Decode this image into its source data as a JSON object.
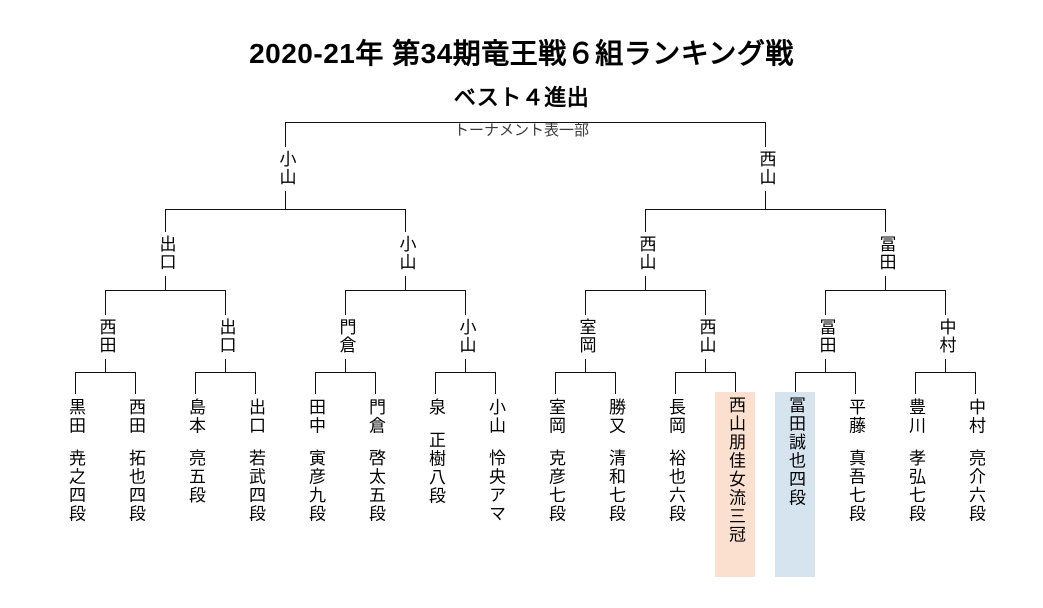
{
  "header": {
    "main_title": "2020-21年  第34期竜王戦６組ランキング戦",
    "sub_title": "ベスト４進出",
    "caption": "トーナメント表一部"
  },
  "colors": {
    "line": "#111111",
    "text": "#000000",
    "caption_text": "#3a3a3a",
    "highlight_peach": "#fbe0d0",
    "highlight_blue": "#d6e4f0"
  },
  "bracket": {
    "rounds": [
      {
        "name": "final-four",
        "nodes": [
          {
            "id": "r1-l",
            "label": "小山"
          },
          {
            "id": "r1-r",
            "label": "西山"
          }
        ]
      },
      {
        "name": "quarter-final",
        "nodes": [
          {
            "id": "r2-1",
            "label": "出口"
          },
          {
            "id": "r2-2",
            "label": "小山"
          },
          {
            "id": "r2-3",
            "label": "西山"
          },
          {
            "id": "r2-4",
            "label": "冨田"
          }
        ]
      },
      {
        "name": "round-of-16",
        "nodes": [
          {
            "id": "r3-1",
            "label": "西田"
          },
          {
            "id": "r3-2",
            "label": "出口"
          },
          {
            "id": "r3-3",
            "label": "門倉"
          },
          {
            "id": "r3-4",
            "label": "小山"
          },
          {
            "id": "r3-5",
            "label": "室岡"
          },
          {
            "id": "r3-6",
            "label": "西山"
          },
          {
            "id": "r3-7",
            "label": "冨田"
          },
          {
            "id": "r3-8",
            "label": "中村"
          }
        ]
      }
    ],
    "players": [
      {
        "id": "p1",
        "surname": "黒田",
        "given": "尭之四段",
        "highlight": "none"
      },
      {
        "id": "p2",
        "surname": "西田",
        "given": "拓也四段",
        "highlight": "none"
      },
      {
        "id": "p3",
        "surname": "島本",
        "given": "亮五段",
        "highlight": "none"
      },
      {
        "id": "p4",
        "surname": "出口",
        "given": "若武四段",
        "highlight": "none"
      },
      {
        "id": "p5",
        "surname": "田中",
        "given": "寅彦九段",
        "highlight": "none"
      },
      {
        "id": "p6",
        "surname": "門倉",
        "given": "啓太五段",
        "highlight": "none"
      },
      {
        "id": "p7",
        "surname": "泉",
        "given": "正樹八段",
        "highlight": "none"
      },
      {
        "id": "p8",
        "surname": "小山",
        "given": "怜央アマ",
        "highlight": "none"
      },
      {
        "id": "p9",
        "surname": "室岡",
        "given": "克彦七段",
        "highlight": "none"
      },
      {
        "id": "p10",
        "surname": "勝又",
        "given": "清和七段",
        "highlight": "none"
      },
      {
        "id": "p11",
        "surname": "長岡",
        "given": "裕也六段",
        "highlight": "none"
      },
      {
        "id": "p12",
        "surname": "西山",
        "given": "朋佳女流三冠",
        "full": "西山朋佳女流三冠",
        "highlight": "peach"
      },
      {
        "id": "p13",
        "surname": "冨田",
        "given": "誠也四段",
        "highlight": "blue"
      },
      {
        "id": "p14",
        "surname": "平藤",
        "given": "真吾七段",
        "highlight": "none"
      },
      {
        "id": "p15",
        "surname": "豊川",
        "given": "孝弘七段",
        "highlight": "none"
      },
      {
        "id": "p16",
        "surname": "中村",
        "given": "亮介六段",
        "highlight": "none"
      }
    ]
  }
}
